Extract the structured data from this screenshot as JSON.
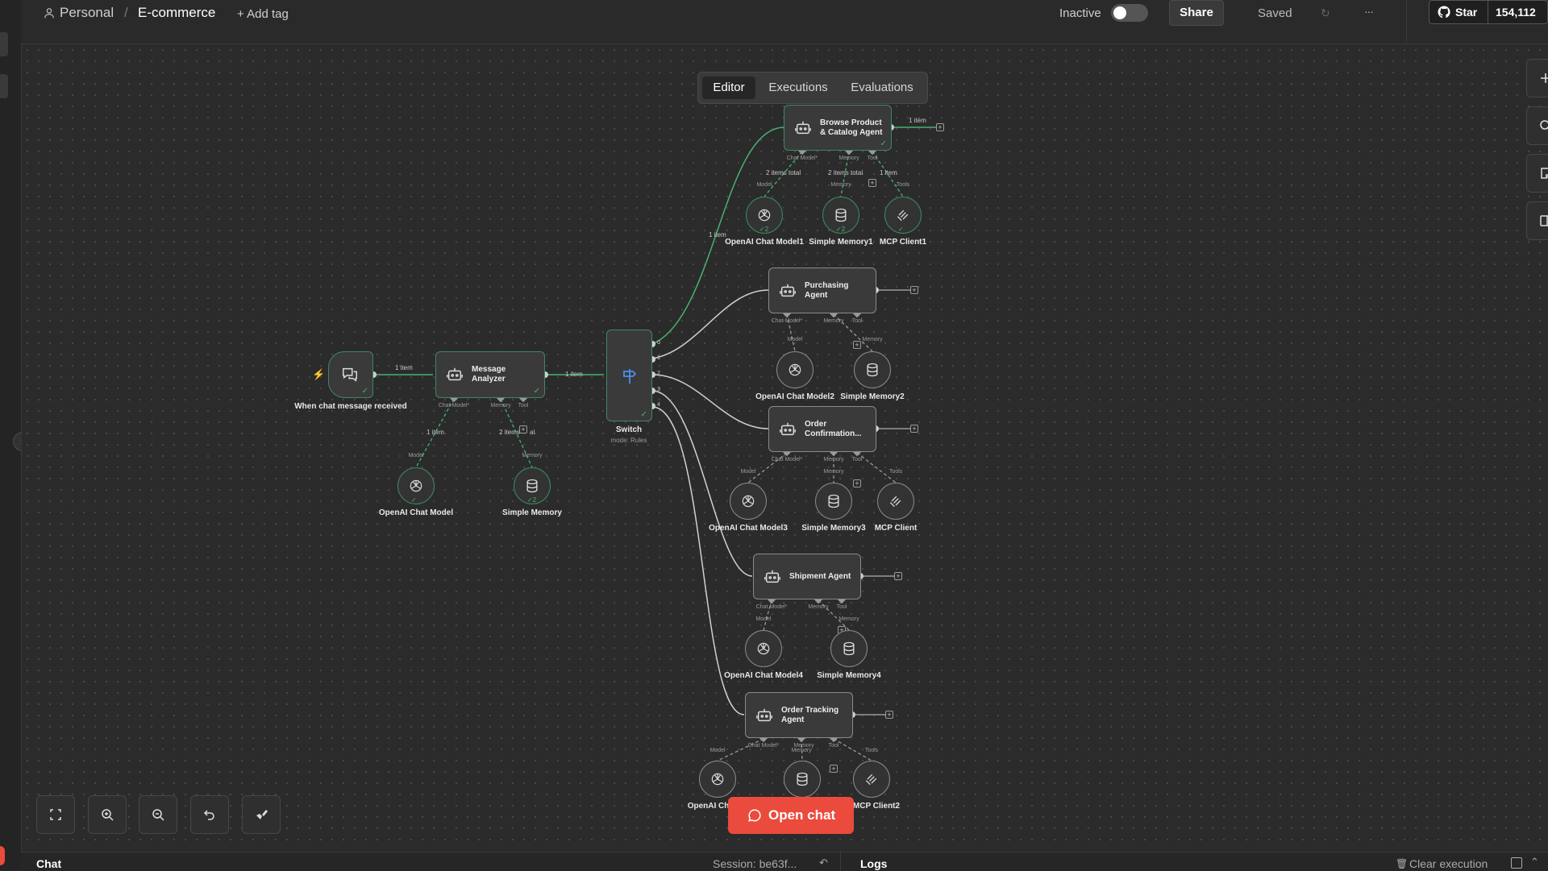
{
  "topbar": {
    "project": "Personal",
    "separator": "/",
    "workflow_name": "E-commerce",
    "add_tag": "+ Add tag",
    "status_label": "Inactive",
    "share_label": "Share",
    "saved_label": "Saved",
    "more_label": "···",
    "github_star_label": "Star",
    "github_star_count": "154,112"
  },
  "tabs": [
    {
      "label": "Editor",
      "active": true
    },
    {
      "label": "Executions",
      "active": false
    },
    {
      "label": "Evaluations",
      "active": false
    }
  ],
  "nodes": {
    "trigger_label": "When chat message received",
    "message_analyzer": "Message Analyzer",
    "switch": "Switch",
    "switch_mode": "mode: Rules",
    "browse_agent": "Browse Product & Catalog Agent",
    "purchasing_agent": "Purchasing Agent",
    "order_confirmation": "Order Confirmation...",
    "shipment_agent": "Shipment Agent",
    "order_tracking_agent": "Order Tracking Agent"
  },
  "subnodes": {
    "chat_model": "OpenAI Chat Model",
    "simple_memory": "Simple Memory",
    "chat_model1": "OpenAI Chat Model1",
    "simple_memory1": "Simple Memory1",
    "mcp_client1": "MCP Client1",
    "chat_model2": "OpenAI Chat Model2",
    "simple_memory2": "Simple Memory2",
    "chat_model3": "OpenAI Chat Model3",
    "simple_memory3": "Simple Memory3",
    "mcp_client": "MCP Client",
    "chat_model4": "OpenAI Chat Model4",
    "simple_memory4": "Simple Memory4",
    "chat_model5": "OpenAI Chat",
    "mcp_client2": "MCP Client2"
  },
  "connection_labels": {
    "one_item": "1 item",
    "two_items_total": "2 items total",
    "two_items_partial": "2 items",
    "al": "al"
  },
  "ports": {
    "chat_model": "Chat Model*",
    "memory": "Memory",
    "tool": "Tool",
    "model": "Model",
    "tools": "Tools"
  },
  "switch_outputs": [
    "0",
    "1",
    "2",
    "3",
    "4"
  ],
  "subnode_counts": {
    "two": "2"
  },
  "open_chat_label": "Open chat",
  "bottom": {
    "chat_label": "Chat",
    "session_label": "Session: be63f...",
    "logs_label": "Logs",
    "clear_label": "Clear execution"
  },
  "colors": {
    "success": "#46b36f",
    "open_chat": "#ea4b3c",
    "trigger_bolt": "#ff6d5a",
    "switch_icon": "#4d8ef0"
  },
  "icons": {
    "trigger": "chat-bubbles-icon",
    "agent": "robot-icon",
    "switch": "signpost-icon",
    "model": "openai-icon",
    "memory": "database-icon",
    "tool": "mcp-icon"
  }
}
